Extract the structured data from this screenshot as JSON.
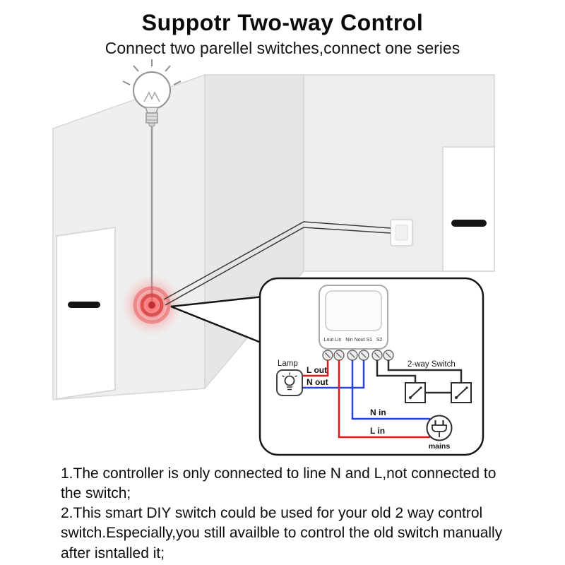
{
  "header": {
    "title": "Suppotr Two-way Control",
    "subtitle": "Connect two parellel switches,connect one series"
  },
  "diagram": {
    "module_terminals": "Lout Lin   Nin Nout S1   S2",
    "labels": {
      "lamp": "Lamp",
      "l_out": "L out",
      "n_out": "N out",
      "two_way_switch": "2-way Switch",
      "n_in": "N in",
      "l_in": "L in",
      "mains": "mains"
    },
    "icons": {
      "bulb": "light-bulb-icon",
      "lamp": "lamp-icon",
      "mains": "mains-plug-icon",
      "switch": "two-way-switch-icon",
      "glow": "wall-glow-spot"
    },
    "colors": {
      "live_wire": "#e81616",
      "neutral_wire": "#2743d8",
      "plain_wire": "#2b2b2b",
      "glow": "#ff3b3b",
      "wall": "#ededed"
    }
  },
  "notes": {
    "line1": "1.The controller is only connected to line N and L,not connected to the switch;",
    "line2": "2.This smart DIY switch could be used for your old 2 way control switch.Especially,you still availble to control the old switch manually after isntalled it;"
  }
}
